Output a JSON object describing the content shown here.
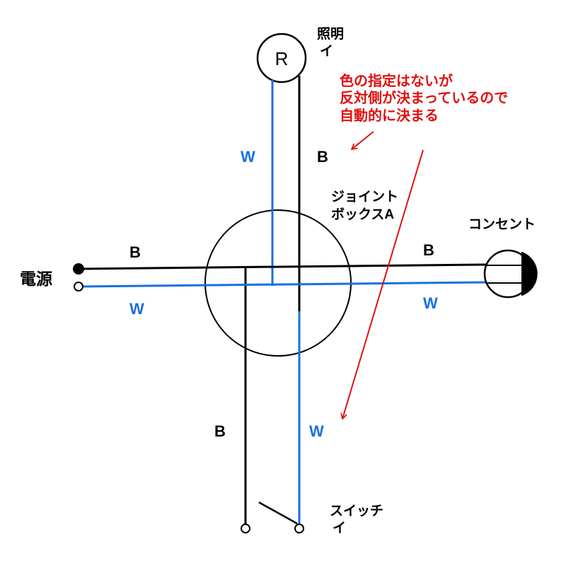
{
  "colors": {
    "black_wire": "#000000",
    "white_wire": "#1a6fe0",
    "annotation": "#e01010"
  },
  "components": {
    "lamp": {
      "symbol": "R",
      "label_line1": "照明",
      "label_line2": "イ"
    },
    "junction_box": {
      "label_line1": "ジョイント",
      "label_line2": "ボックスA"
    },
    "outlet": {
      "label": "コンセント"
    },
    "power": {
      "label": "電源"
    },
    "switch": {
      "label_line1": "スイッチ",
      "label_line2": "イ"
    }
  },
  "wire_labels": {
    "lamp_left": "W",
    "lamp_right": "B",
    "power_black": "B",
    "power_white": "W",
    "outlet_black": "B",
    "outlet_white": "W",
    "switch_left": "B",
    "switch_right": "W"
  },
  "annotation": {
    "line1": "色の指定はないが",
    "line2": "反対側が決まっているので",
    "line3": "自動的に決まる"
  }
}
